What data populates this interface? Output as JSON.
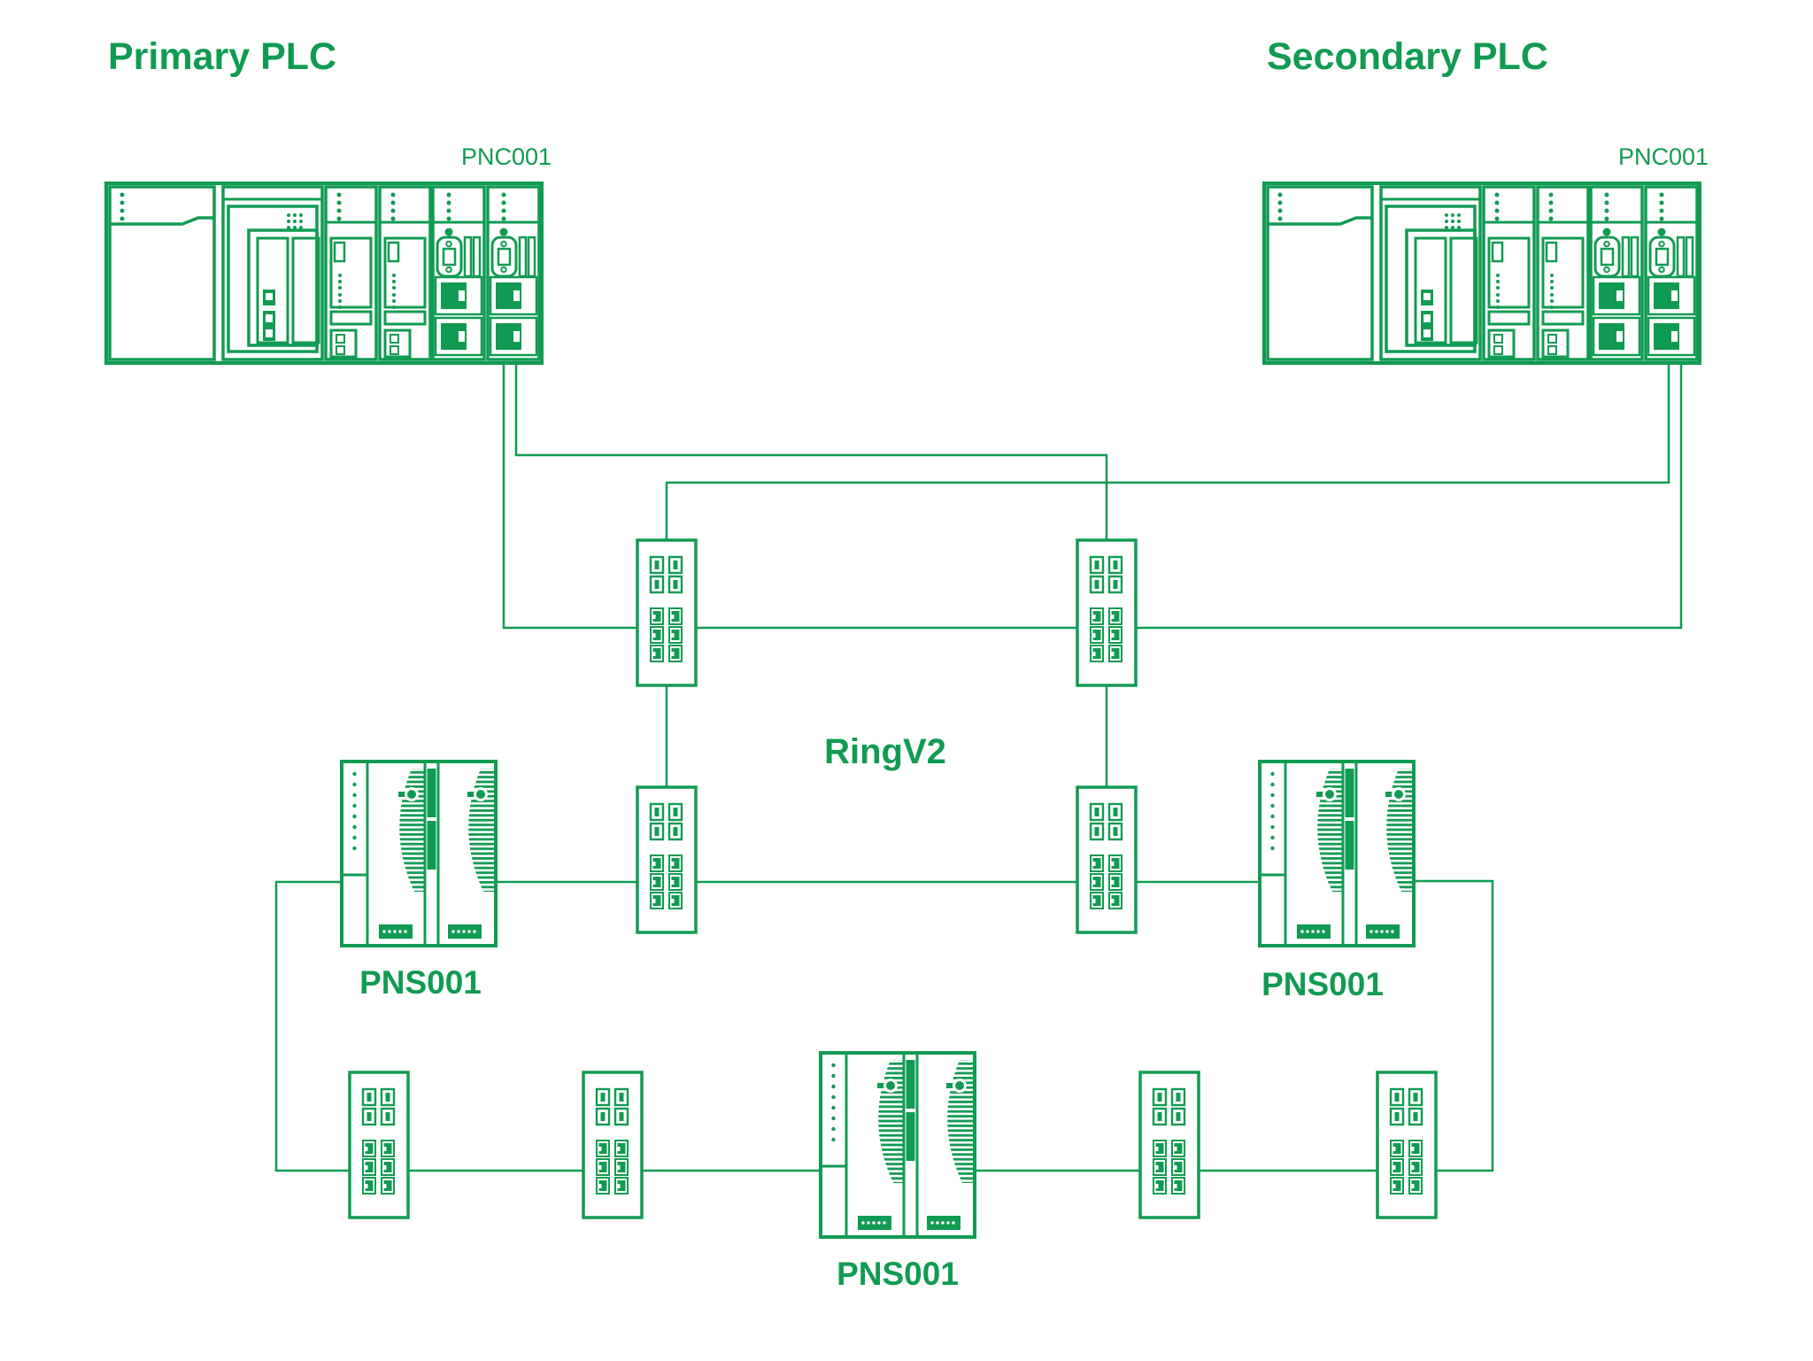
{
  "diagram": {
    "title_primary": "Primary PLC",
    "title_secondary": "Secondary PLC",
    "pnc_label_primary": "PNC001",
    "pnc_label_secondary": "PNC001",
    "ring_label": "RingV2",
    "pns_label_left": "PNS001",
    "pns_label_right": "PNS001",
    "pns_label_bottom": "PNS001"
  },
  "colors": {
    "diagram_green": "#119b52",
    "background": "#ffffff"
  },
  "icons": {
    "plc_rack": "plc-rack-line-art",
    "ethernet_switch": "din-rail-switch-line-art",
    "remote_io_station": "remote-io-line-art"
  },
  "topology": {
    "network_type": "ring",
    "ring_name": "RingV2",
    "controllers": [
      {
        "name": "Primary PLC",
        "interface_module": "PNC001"
      },
      {
        "name": "Secondary PLC",
        "interface_module": "PNC001"
      }
    ],
    "switch_count": 8,
    "remote_io_stations": [
      {
        "name": "PNS001",
        "position": "left"
      },
      {
        "name": "PNS001",
        "position": "right"
      },
      {
        "name": "PNS001",
        "position": "bottom"
      }
    ],
    "connections": [
      "Primary PLC PNC001 port A - top-left switch side port",
      "Primary PLC PNC001 port B - top-right switch top port",
      "Secondary PLC PNC001 port A - top-left switch top port",
      "Secondary PLC PNC001 port B - top-right switch side port",
      "top-left switch - top-right switch",
      "top-left switch - mid-left switch",
      "top-right switch - mid-right switch",
      "left PNS001 - mid-left switch - mid-right switch - right PNS001",
      "left PNS001 - bottom switch 1 - bottom switch 2 - bottom PNS001 - bottom switch 3 - bottom switch 4 - right PNS001"
    ]
  }
}
